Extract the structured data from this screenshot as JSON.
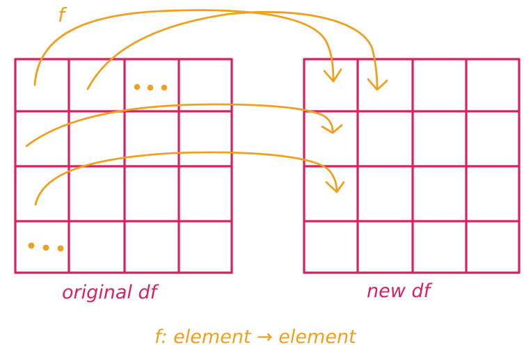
{
  "diagram": {
    "function_label": "f",
    "left_grid": {
      "label": "original df",
      "rows": 4,
      "cols": 4,
      "ellipsis_cells": [
        "row1-col3",
        "row4-col1"
      ]
    },
    "right_grid": {
      "label": "new df",
      "rows": 4,
      "cols": 4
    },
    "arrows": [
      {
        "from": "original df row1-col1",
        "to": "new df row1-col1"
      },
      {
        "from": "original df row1-col2",
        "to": "new df row1-col2"
      },
      {
        "from": "original df row2-col1",
        "to": "new df row2-col1"
      },
      {
        "from": "original df row3-col1",
        "to": "new df row3-col1"
      }
    ],
    "signature": "f: element → element",
    "colors": {
      "grid": "#d8215f",
      "arrows": "#f0a01e",
      "background": "#ffffff"
    }
  }
}
